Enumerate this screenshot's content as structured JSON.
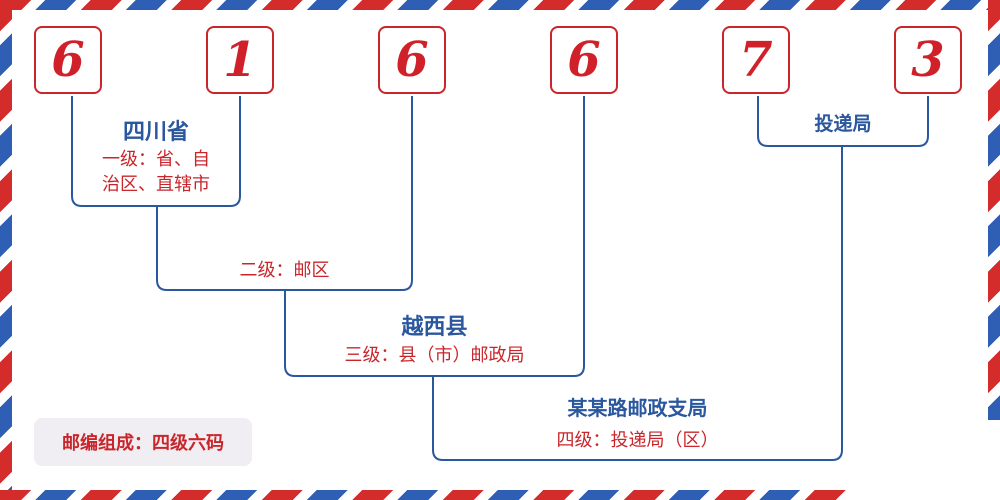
{
  "digits": [
    "6",
    "1",
    "6",
    "6",
    "7",
    "3"
  ],
  "labels": {
    "province_name": "四川省",
    "level1_line1": "一级：省、自",
    "level1_line2": "治区、直辖市",
    "level2": "二级：邮区",
    "county_name": "越西县",
    "level3": "三级：县（市）邮政局",
    "branch_name": "某某路邮政支局",
    "level4": "四级：投递局（区）",
    "delivery": "投递局"
  },
  "note": "邮编组成：四级六码",
  "colors": {
    "red": "#c9262b",
    "blue": "#2a579e",
    "stripe_red": "#d42b2b",
    "stripe_blue": "#2f5fb4"
  }
}
